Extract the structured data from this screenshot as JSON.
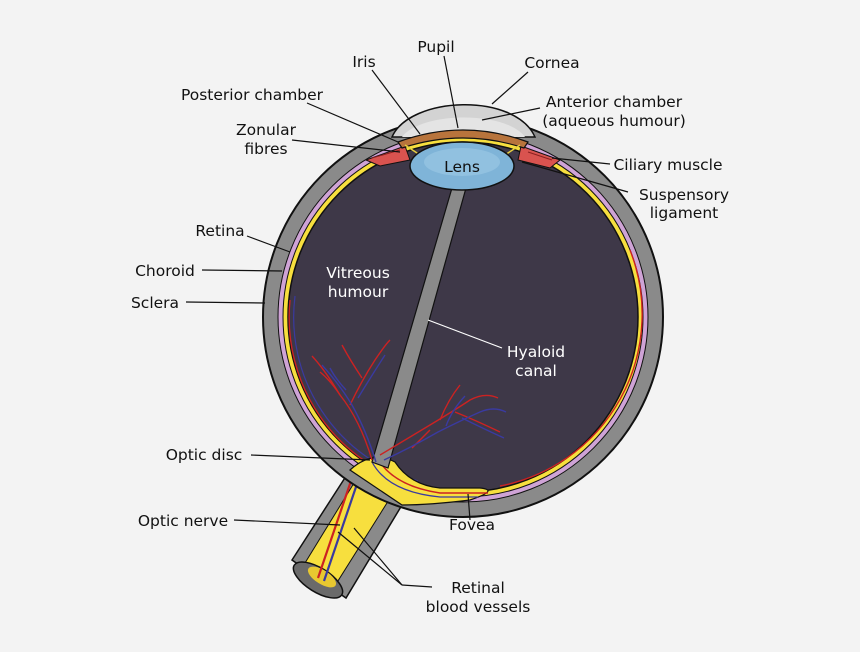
{
  "labels": {
    "pupil": "Pupil",
    "iris": "Iris",
    "cornea": "Cornea",
    "posterior_chamber": "Posterior chamber",
    "anterior_chamber": [
      "Anterior chamber",
      "(aqueous humour)"
    ],
    "zonular_fibres": [
      "Zonular",
      "fibres"
    ],
    "lens": "Lens",
    "ciliary_muscle": "Ciliary muscle",
    "suspensory_ligament": [
      "Suspensory",
      "ligament"
    ],
    "retina": "Retina",
    "choroid": "Choroid",
    "sclera": "Sclera",
    "vitreous_humour": [
      "Vitreous",
      "humour"
    ],
    "hyaloid_canal": [
      "Hyaloid",
      "canal"
    ],
    "optic_disc": "Optic disc",
    "optic_nerve": "Optic nerve",
    "fovea": "Fovea",
    "retinal_blood_vessels": [
      "Retinal",
      "blood vessels"
    ]
  },
  "colors": {
    "background": "#f3f3f3",
    "sclera": "#8a8a8a",
    "vitreous": "#3e3848",
    "choroid": "#cfa3d6",
    "retina": "#f7df3e",
    "lens": "#7fb4d8",
    "iris": "#b8743c",
    "ciliary": "#d9534f",
    "cornea": "#d3d3d3",
    "vessel_red": "#cc2222",
    "vessel_blue": "#3a3aa0"
  }
}
